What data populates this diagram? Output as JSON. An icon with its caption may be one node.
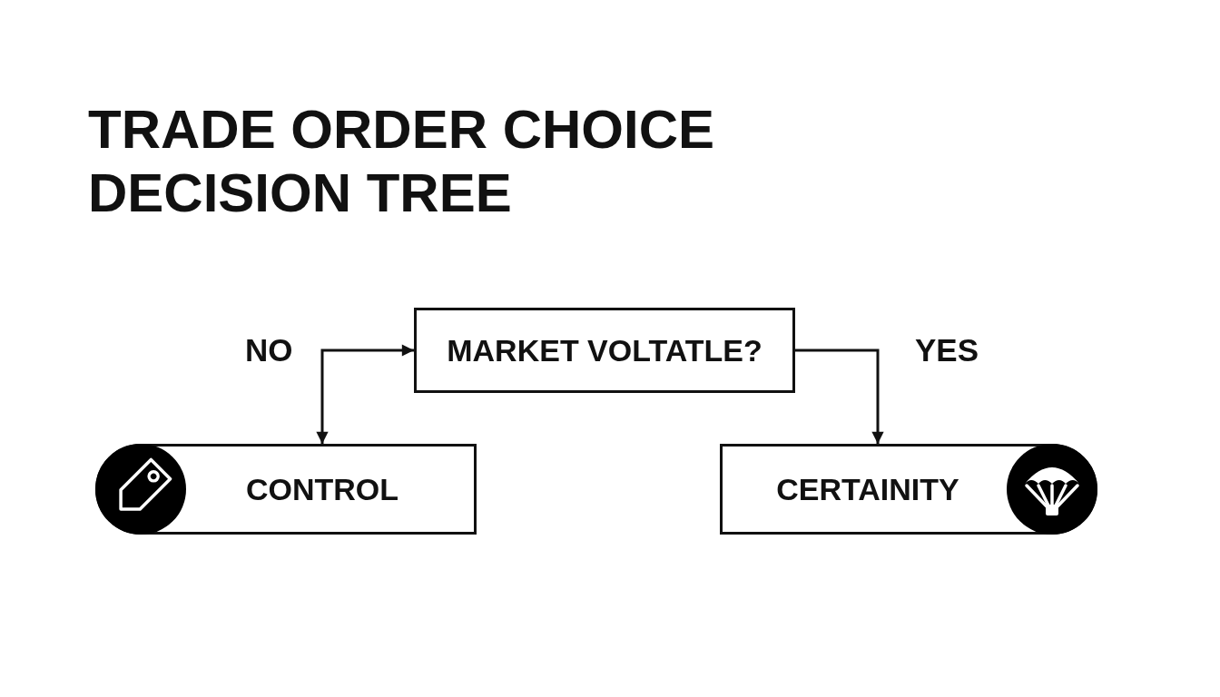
{
  "diagram": {
    "title": "TRADE ORDER CHOICE DECISION TREE",
    "nodes": [
      {
        "text": [
          "MARKET VOLTATLE?"
        ]
      },
      {
        "text": [
          "CONTROL"
        ]
      },
      {
        "text": [
          "CERTAINITY"
        ]
      }
    ],
    "edges": [
      {
        "from": 0,
        "to": 1,
        "arrow": "both",
        "label": "NO"
      },
      {
        "from": 0,
        "to": 2,
        "arrow": "to",
        "label": "YES"
      }
    ]
  }
}
